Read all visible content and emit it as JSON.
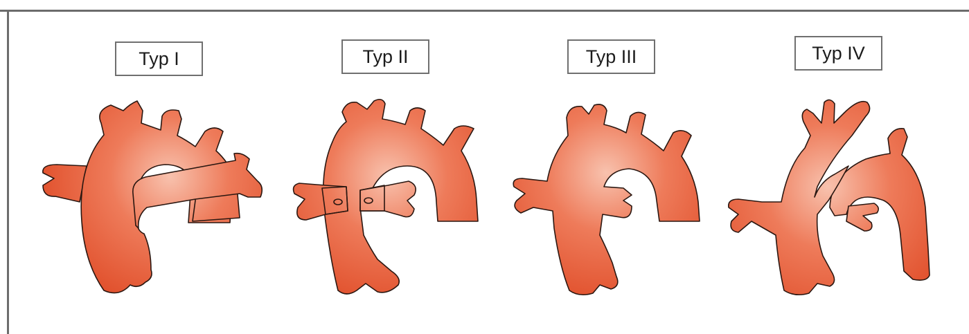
{
  "diagram": {
    "panels": [
      {
        "label": "Typ I"
      },
      {
        "label": "Typ II"
      },
      {
        "label": "Typ III"
      },
      {
        "label": "Typ IV"
      }
    ],
    "colors": {
      "vessel_center": "#f6b59f",
      "vessel_mid": "#ec7352",
      "vessel_edge": "#e2532f",
      "outline": "#2a1711",
      "frame": "#6c6c6c"
    }
  }
}
